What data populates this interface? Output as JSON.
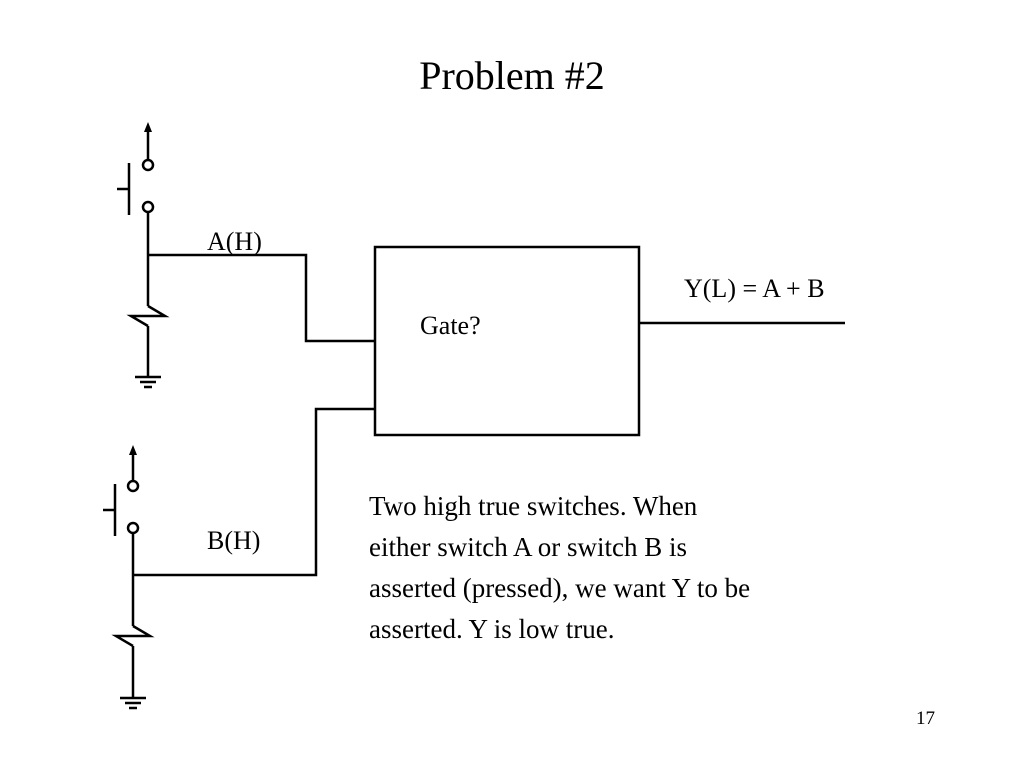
{
  "slide": {
    "title": "Problem  #2",
    "page_number": "17"
  },
  "diagram": {
    "gate_label": "Gate?",
    "input_a_label": "A(H)",
    "input_b_label": "B(H)",
    "output_label": "Y(L) = A + B"
  },
  "description": [
    "Two high true switches.  When",
    "either switch A or switch B is",
    "asserted (pressed), we want Y to be",
    "asserted.  Y is low true."
  ]
}
